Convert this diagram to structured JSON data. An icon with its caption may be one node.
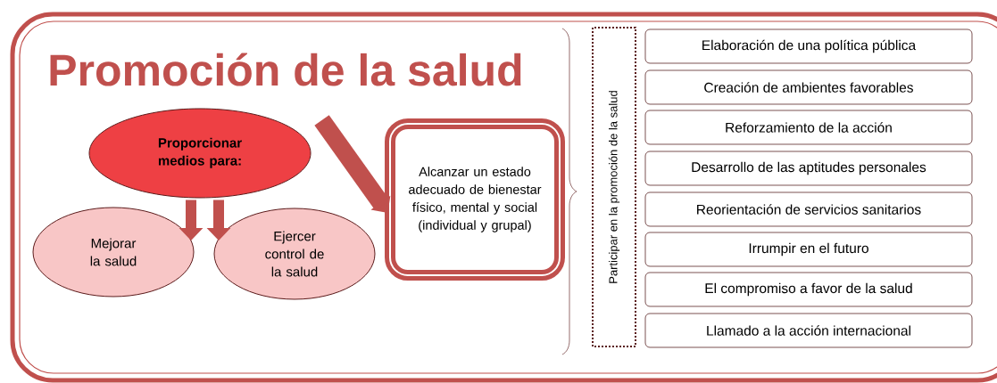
{
  "diagram": {
    "title": "Promoción de la salud",
    "nodes": [
      {
        "text": [
          "Proporcionar medios para:"
        ]
      },
      {
        "text": [
          "Mejorar la salud"
        ]
      },
      {
        "text": [
          "Ejercer control de la salud"
        ]
      },
      {
        "text": [
          "Alcanzar un estado adecuado de bienestar físico, mental y social (individual y grupal)"
        ]
      },
      {
        "text": [
          "Participar en la promoción de la salud"
        ]
      },
      {
        "text": [
          "Elaboración de una política pública"
        ]
      },
      {
        "text": [
          "Creación de ambientes favorables"
        ]
      },
      {
        "text": [
          "Reforzamiento de la acción"
        ]
      },
      {
        "text": [
          "Desarrollo de las aptitudes personales"
        ]
      },
      {
        "text": [
          "Reorientación de servicios sanitarios"
        ]
      },
      {
        "text": [
          "Irrumpir en el futuro"
        ]
      },
      {
        "text": [
          "El compromiso a favor de la salud"
        ]
      },
      {
        "text": [
          "Llamado a la acción internacional"
        ]
      }
    ],
    "edges": [
      {
        "from": 0,
        "to": 1,
        "arrow": "to"
      },
      {
        "from": 0,
        "to": 2,
        "arrow": "to"
      },
      {
        "from": 0,
        "to": 3,
        "arrow": "to"
      }
    ]
  }
}
